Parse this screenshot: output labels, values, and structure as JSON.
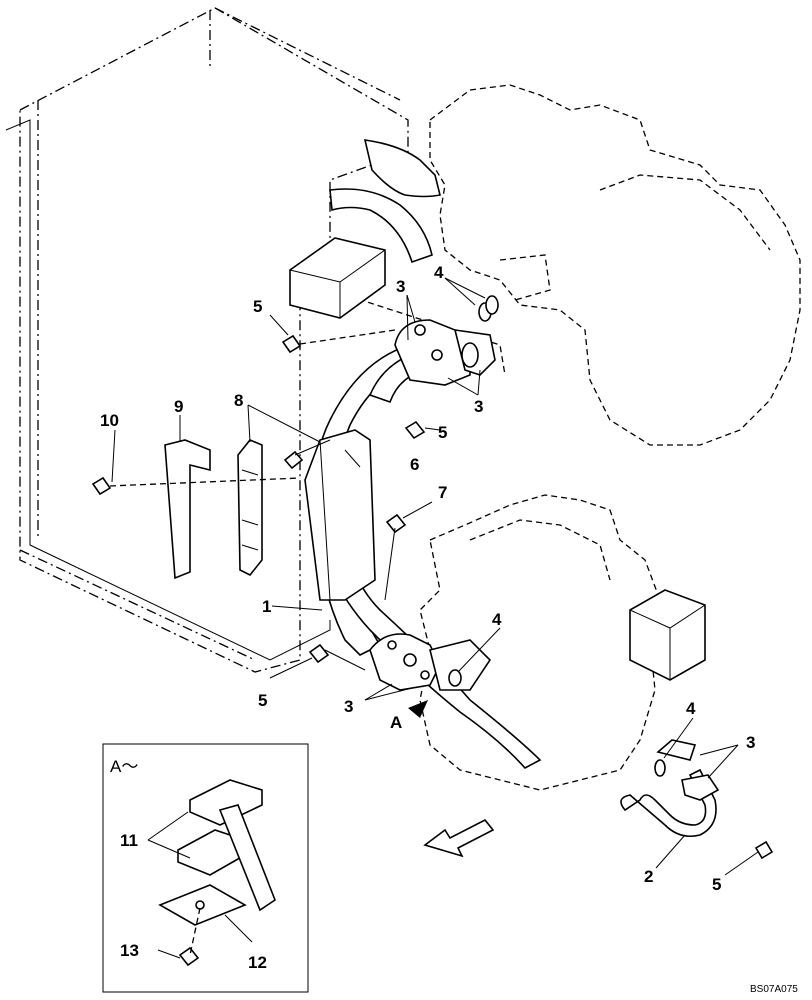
{
  "callouts": {
    "c1": "1",
    "c2": "2",
    "c3a": "3",
    "c3b": "3",
    "c3c": "3",
    "c3d": "3",
    "c4a": "4",
    "c4b": "4",
    "c4c": "4",
    "c5a": "5",
    "c5b": "5",
    "c5c": "5",
    "c5d": "5",
    "c6": "6",
    "c7": "7",
    "c8": "8",
    "c9": "9",
    "c10": "10",
    "c11": "11",
    "c12": "12",
    "c13": "13"
  },
  "view_marker": "A",
  "inset_title": "A～",
  "drawing_code": "BS07A075"
}
